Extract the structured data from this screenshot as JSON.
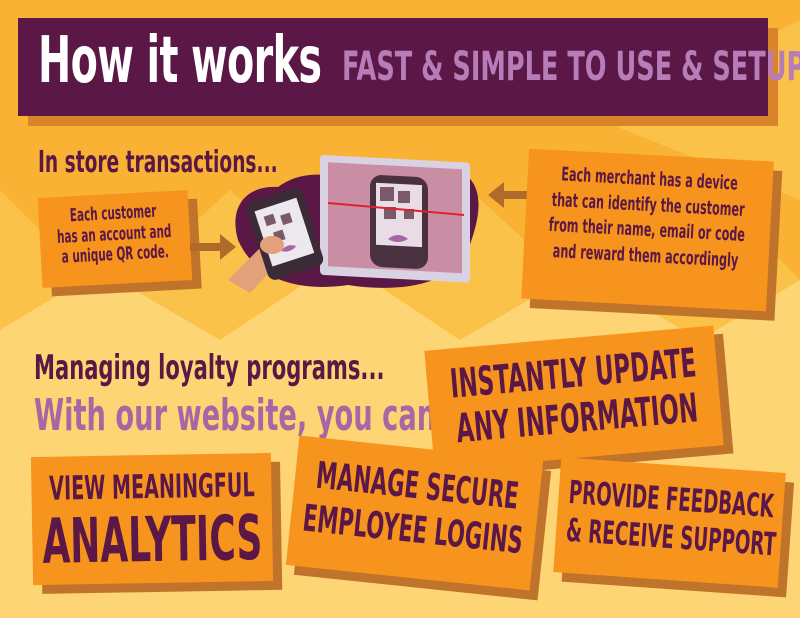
{
  "colors": {
    "background": "#f9b233",
    "banner": "#5b1745",
    "accent_purple": "#a965a4",
    "box_orange": "#f7941d",
    "box_shadow": "#c0732a"
  },
  "header": {
    "title": "How it works",
    "subtitle": "FAST & SIMPLE TO USE & SETUP"
  },
  "in_store": {
    "heading": "In store transactions...",
    "customer_text": [
      "Each customer",
      "has an account and",
      "a unique QR code."
    ],
    "merchant_text": [
      "Each merchant has a device",
      "that can identify the customer",
      "from their name, email or code",
      "and reward them accordingly"
    ]
  },
  "management": {
    "heading": "Managing loyalty programs...",
    "subheading": "With our website, you can:",
    "instantly_update": [
      "INSTANTLY UPDATE",
      "ANY INFORMATION"
    ],
    "view_analytics": [
      "VIEW MEANINGFUL",
      "ANALYTICS"
    ],
    "manage_logins": [
      "MANAGE SECURE",
      "EMPLOYEE LOGINS"
    ],
    "feedback": [
      "PROVIDE FEEDBACK",
      "& RECEIVE SUPPORT"
    ]
  },
  "icons": [
    "phone-qr-icon",
    "tablet-scanner-icon",
    "arrow-right-icon",
    "arrow-left-icon"
  ]
}
